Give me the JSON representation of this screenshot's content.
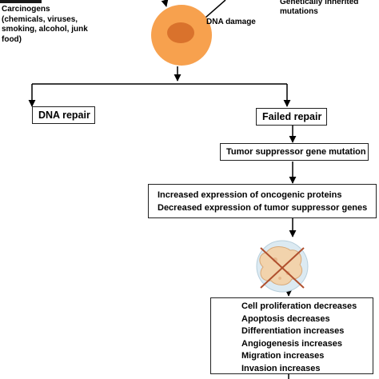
{
  "labels": {
    "carcinogens": [
      "Carcinogens",
      "(chemicals, viruses,",
      "smoking, alcohol, junk",
      "food)"
    ],
    "dna_damage": "DNA damage",
    "inherited": [
      "Genetically inherited",
      "mutations"
    ]
  },
  "boxes": {
    "dna_repair": "DNA repair",
    "failed_repair": "Failed repair",
    "tumor_suppressor_mutation": "Tumor suppressor gene mutation",
    "expression": [
      "Increased expression of oncogenic proteins",
      "Decreased expression of tumor suppressor genes"
    ],
    "outcomes": [
      "Cell proliferation decreases",
      "Apoptosis decreases",
      "Differentiation increases",
      "Angiogenesis increases",
      "Migration increases",
      "Invasion increases"
    ]
  },
  "colors": {
    "cell_outer": "#F7A14E",
    "cell_inner": "#D9722C",
    "tumor_bg": "#DCEAF2",
    "tumor_cell": "#F2D3AC",
    "cross": "#B0502E"
  }
}
